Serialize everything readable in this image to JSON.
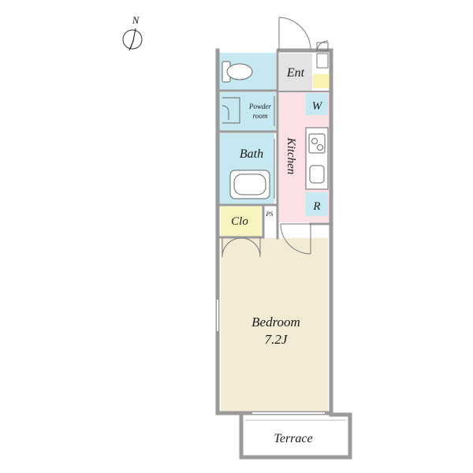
{
  "compass": {
    "north_label": "N"
  },
  "rooms": {
    "entrance": {
      "label": "Ent",
      "color": "#e3e3e3"
    },
    "washer": {
      "label": "W",
      "color": "#c6e8f0"
    },
    "kitchen": {
      "label": "Kitchen",
      "color": "#fbe0e6"
    },
    "fridge": {
      "label": "R",
      "color": "#c6e8f0"
    },
    "powder_room": {
      "label_line1": "Powder",
      "label_line2": "room",
      "color": "#c6e8f0"
    },
    "toilet": {
      "color": "#c6e8f0"
    },
    "bath": {
      "label": "Bath",
      "color": "#c6e8f0"
    },
    "closet": {
      "label": "Clo",
      "color": "#faf5c0"
    },
    "pipe_space": {
      "label": "PS"
    },
    "bedroom": {
      "label": "Bedroom",
      "size": "7.2J",
      "color": "#f3ebd4"
    },
    "terrace": {
      "label": "Terrace",
      "color": "#ffffff"
    }
  },
  "colors": {
    "wall": "#9a9a9a",
    "shoe_box": "#fbf3b4"
  }
}
